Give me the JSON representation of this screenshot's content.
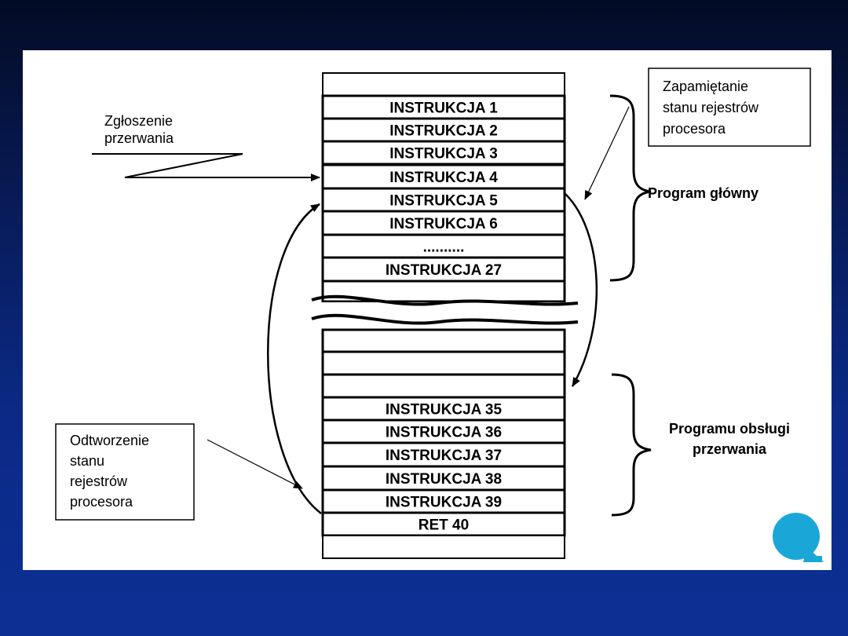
{
  "memory_cells": [
    "",
    "INSTRUKCJA 1",
    "INSTRUKCJA 2",
    "INSTRUKCJA 3",
    "INSTRUKCJA 4",
    "INSTRUKCJA 5",
    "INSTRUKCJA 6",
    "..........",
    "INSTRUKCJA 27",
    "",
    "",
    "",
    "",
    "INSTRUKCJA 35",
    "INSTRUKCJA 36",
    "INSTRUKCJA 37",
    "INSTRUKCJA 38",
    "INSTRUKCJA 39",
    "RET 40",
    ""
  ],
  "interrupt_label": [
    "Zgłoszenie",
    "przerwania"
  ],
  "save_note": [
    "Zapamiętanie",
    "stanu rejestrów",
    "procesora"
  ],
  "restore_note": [
    "Odtworzenie",
    "stanu",
    "rejestrów",
    "procesora"
  ],
  "main_program_label": "Program główny",
  "isr_label": [
    "Programu obsługi",
    "przerwania"
  ],
  "colors": {
    "background_top": "#030b24",
    "background_bottom": "#0d2f94",
    "panel": "#ffffff",
    "logo": "#1aa7d8"
  },
  "logo_icon": "magnifier-q-icon"
}
